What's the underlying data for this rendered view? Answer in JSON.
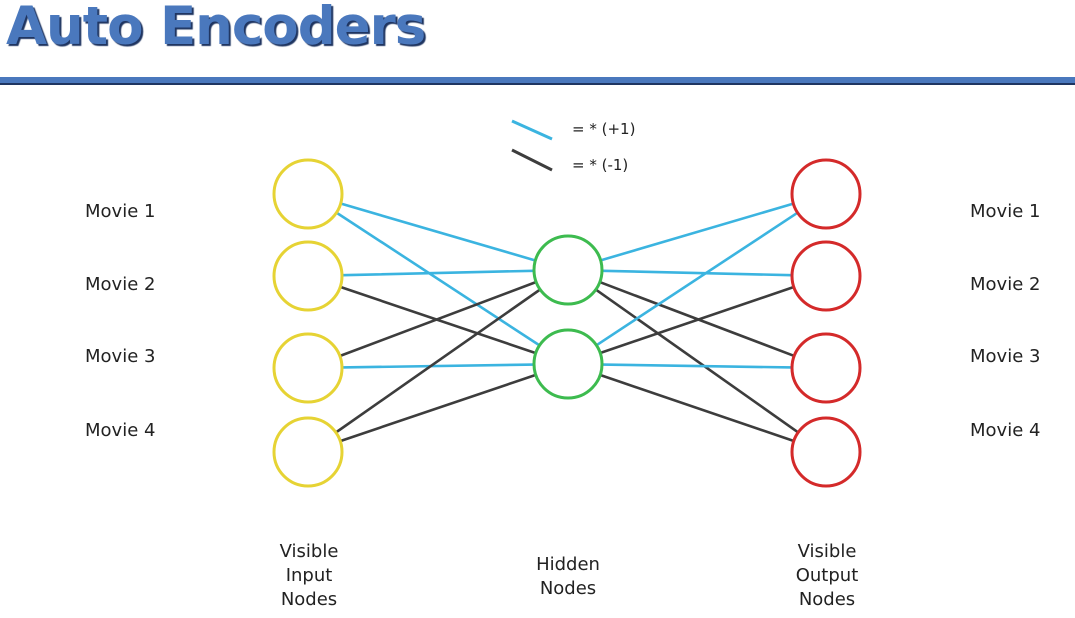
{
  "title": "Auto Encoders",
  "legend": {
    "positive": {
      "label": "= * (+1)",
      "color": "#3bb4e0"
    },
    "negative": {
      "label": "= * (-1)",
      "color": "#3d3d3d"
    }
  },
  "input_movies": [
    "Movie 1",
    "Movie 2",
    "Movie 3",
    "Movie 4"
  ],
  "output_movies": [
    "Movie 1",
    "Movie 2",
    "Movie 3",
    "Movie 4"
  ],
  "layers": {
    "input": {
      "lines": [
        "Visible",
        "Input",
        "Nodes"
      ],
      "color": "#e6d334"
    },
    "hidden": {
      "lines": [
        "Hidden",
        "Nodes"
      ],
      "color": "#3dbb4f"
    },
    "output": {
      "lines": [
        "Visible",
        "Output",
        "Nodes"
      ],
      "color": "#d42a2a"
    }
  },
  "connections": {
    "encoder": [
      {
        "from": 1,
        "to": 1,
        "sign": 1
      },
      {
        "from": 1,
        "to": 2,
        "sign": 1
      },
      {
        "from": 2,
        "to": 1,
        "sign": 1
      },
      {
        "from": 2,
        "to": 2,
        "sign": -1
      },
      {
        "from": 3,
        "to": 1,
        "sign": -1
      },
      {
        "from": 3,
        "to": 2,
        "sign": 1
      },
      {
        "from": 4,
        "to": 1,
        "sign": -1
      },
      {
        "from": 4,
        "to": 2,
        "sign": -1
      }
    ],
    "decoder": [
      {
        "from": 1,
        "to": 1,
        "sign": 1
      },
      {
        "from": 1,
        "to": 2,
        "sign": 1
      },
      {
        "from": 1,
        "to": 3,
        "sign": -1
      },
      {
        "from": 1,
        "to": 4,
        "sign": -1
      },
      {
        "from": 2,
        "to": 1,
        "sign": 1
      },
      {
        "from": 2,
        "to": 2,
        "sign": -1
      },
      {
        "from": 2,
        "to": 3,
        "sign": 1
      },
      {
        "from": 2,
        "to": 4,
        "sign": -1
      }
    ]
  }
}
